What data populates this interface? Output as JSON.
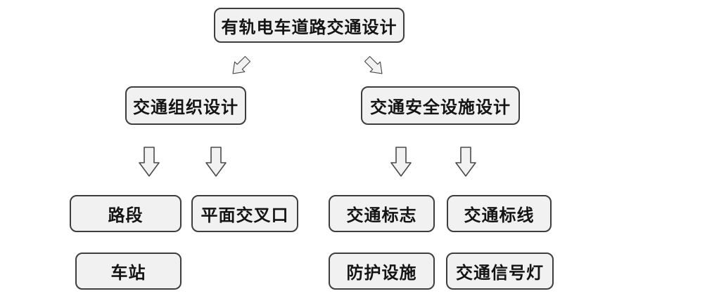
{
  "diagram": {
    "root": {
      "label": "有轨电车道路交通设计"
    },
    "branches": [
      {
        "label": "交通组织设计",
        "children": [
          "路段",
          "平面交叉口",
          "车站"
        ]
      },
      {
        "label": "交通安全设施设计",
        "children": [
          "交通标志",
          "交通标线",
          "防护设施",
          "交通信号灯"
        ]
      }
    ],
    "icons": {
      "diagonal_left": "arrow-down-left-icon",
      "diagonal_right": "arrow-down-right-icon",
      "vertical": "arrow-down-icon"
    },
    "colors": {
      "background": "#ffffff",
      "box_fill": "#f1f1f1",
      "box_border": "#3d3d3d",
      "arrow_fill": "#f2f2f2",
      "arrow_stroke": "#4a4a4a",
      "text": "#141414"
    }
  }
}
